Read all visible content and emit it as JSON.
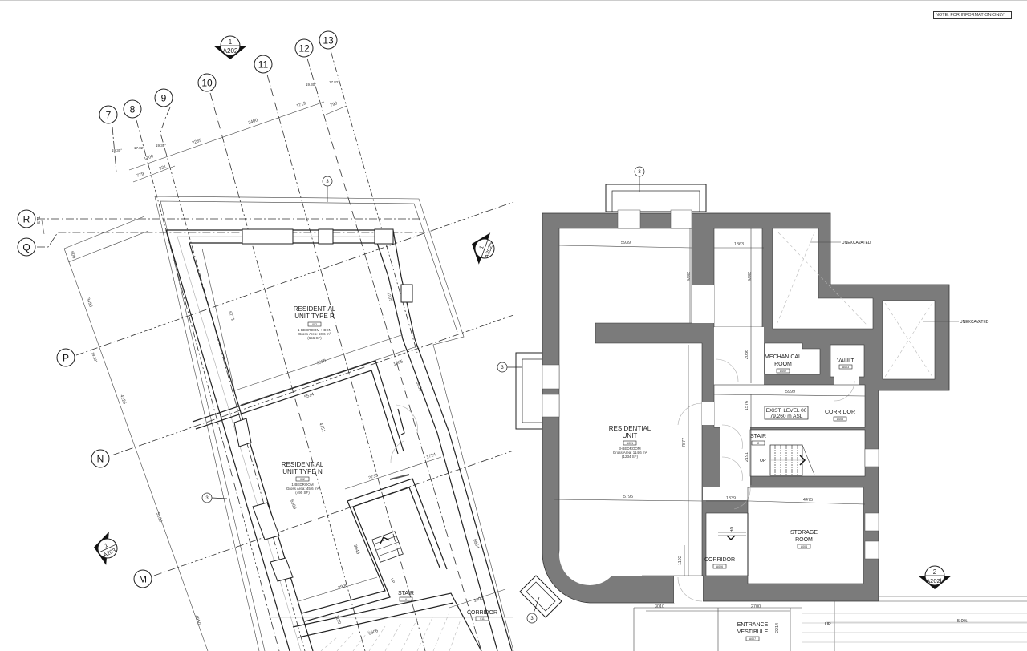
{
  "note": "NOTE: FOR INFORMATION ONLY",
  "grid_columns": [
    "7",
    "8",
    "9",
    "10",
    "11",
    "12",
    "13"
  ],
  "grid_rows": [
    "R",
    "Q",
    "P",
    "N",
    "M"
  ],
  "section_markers": [
    {
      "num": "1",
      "sheet": "A202"
    },
    {
      "num": "1",
      "sheet": "A202b"
    },
    {
      "num": "1",
      "sheet": "A203"
    },
    {
      "num": "2",
      "sheet": "A202b"
    }
  ],
  "callout": "3",
  "angles": [
    "19.30°",
    "17.82°",
    "19.30°",
    "19.30°",
    "17.82°",
    "19.30°"
  ],
  "dims_left": [
    "1700",
    "779",
    "921",
    "2289",
    "2400",
    "1719",
    "790",
    "571",
    "606",
    "3493",
    "4226",
    "5100",
    "4950",
    "6771",
    "4209",
    "7380",
    "1565",
    "3656",
    "5514",
    "4751",
    "2733",
    "1724",
    "6309",
    "3646",
    "2906",
    "1110",
    "6606",
    "1406",
    "6664"
  ],
  "dims_right": [
    "5939",
    "1863",
    "3876",
    "3876",
    "2036",
    "5999",
    "1576",
    "7877",
    "2191",
    "5795",
    "1339",
    "4475",
    "1192",
    "3010",
    "2700",
    "2214"
  ],
  "rooms_left": {
    "unit_r": {
      "name1": "RESIDENTIAL",
      "name2": "UNIT TYPE R",
      "tag": "002",
      "type": "1-BEDROOM + DEN",
      "area": "Gross Area: 60.6 m²",
      "sf": "(656 SF)"
    },
    "unit_n": {
      "name1": "RESIDENTIAL",
      "name2": "UNIT TYPE N",
      "tag": "002",
      "type": "1-BEDROOM",
      "area": "Gross Area: 45.6 m²",
      "sf": "(490 SF)"
    },
    "stair": {
      "name": "STAIR",
      "tag": "A"
    },
    "corridor": {
      "name": "CORRIDOR",
      "tag": "011"
    },
    "up": "UP"
  },
  "rooms_right": {
    "unit": {
      "name1": "RESIDENTIAL",
      "name2": "UNIT",
      "tag": "A001",
      "type": "3-BEDROOM",
      "area": "Gross Area: 114.6 m²",
      "sf": "(1234 SF)"
    },
    "unexcavated": "UNEXCAVATED",
    "mechanical": {
      "name1": "MECHANICAL",
      "name2": "ROOM",
      "tag": "A002"
    },
    "vault": {
      "name": "VAULT",
      "tag": "A003"
    },
    "level": {
      "line1": "EXIST. LEVEL 00",
      "line2": "79.260 m ASL"
    },
    "corridor_upper": {
      "name": "CORRIDOR",
      "tag": "A005"
    },
    "stair": {
      "name": "STAIR",
      "tag": "C"
    },
    "storage": {
      "name1": "STORAGE",
      "name2": "ROOM",
      "tag": "A004"
    },
    "corridor_lower": {
      "name": "CORRIDOR",
      "tag": "A006"
    },
    "vestibule": {
      "name1": "ENTRANCE",
      "name2": "VESTIBULE",
      "tag": "A007"
    },
    "up": "UP",
    "slope": "5.0%"
  },
  "colors": {
    "wall_fill": "#7b7b7b",
    "line": "#222222"
  }
}
